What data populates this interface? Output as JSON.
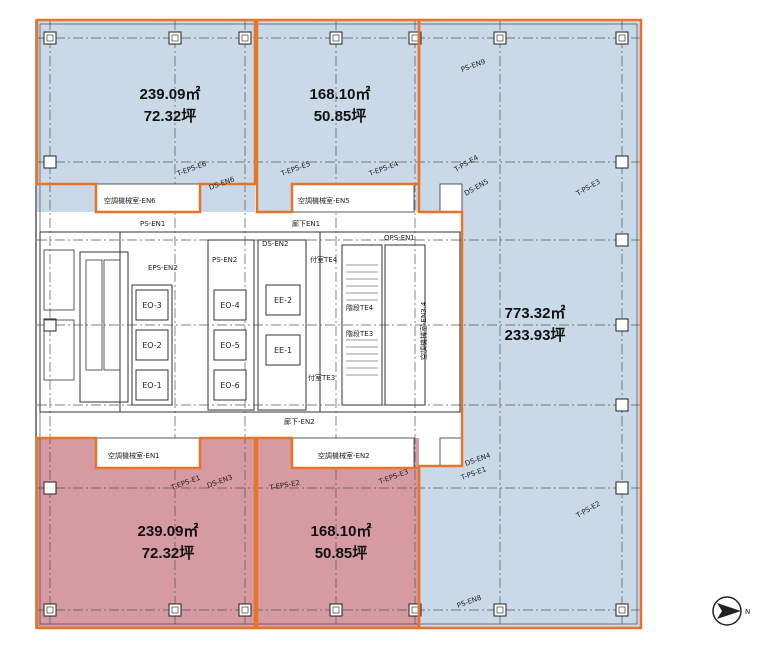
{
  "units": {
    "nw": {
      "sqm": "239.09㎡",
      "tsubo": "72.32坪",
      "fill": "#c9d9e8"
    },
    "nc": {
      "sqm": "168.10㎡",
      "tsubo": "50.85坪",
      "fill": "#c9d9e8"
    },
    "east": {
      "sqm": "773.32㎡",
      "tsubo": "233.93坪",
      "fill": "#c9d9e8"
    },
    "sw": {
      "sqm": "239.09㎡",
      "tsubo": "72.32坪",
      "fill": "#d69aa3"
    },
    "sc": {
      "sqm": "168.10㎡",
      "tsubo": "50.85坪",
      "fill": "#d69aa3"
    }
  },
  "colors": {
    "outline": "#e8742a",
    "line": "#333333",
    "grid": "#555555"
  },
  "core_labels": {
    "eo3": "EO-3",
    "eo2": "EO-2",
    "eo1": "EO-1",
    "eo4": "EO-4",
    "eo5": "EO-5",
    "eo6": "EO-6",
    "ee2": "EE-2",
    "ee1": "EE-1",
    "eps_en2": "EPS-EN2",
    "ps_en2": "PS-EN2",
    "ps_en1": "PS-EN1",
    "ops_en1": "OPS-EN1",
    "ds_en2": "DS-EN2",
    "tsuki_te4": "付室TE4",
    "tsuki_te3": "付室TE3",
    "rouka_en1": "廊下EN1",
    "rouka_en2": "廊下-EN2",
    "kaidan_e4": "階段TE4",
    "kaidan_e3": "階段TE3",
    "kucho_en3": "空調機械室-EN3.4",
    "kucho_en6": "空調機械室-EN6",
    "kucho_en5": "空調機械室-EN5",
    "kucho_en1": "空調機械室-EN1",
    "kucho_en2": "空調機械室-EN2",
    "ps_en9": "PS-EN9",
    "ps_en8": "PS-EN8",
    "t_eps_e6": "T-EPS-E6",
    "ds_en6": "DS-EN6",
    "t_eps_e5": "T-EPS-E5",
    "t_eps_e4": "T-EPS-E4",
    "t_ps_e4": "T-PS-E4",
    "ds_en5": "DS-EN5",
    "t_ps_e3": "T-PS-E3",
    "t_ps_e2": "T-PS-E2",
    "ds_en4": "DS-EN4",
    "t_ps_e1": "T-PS-E1",
    "t_eps_e1": "T-EPS-E1",
    "ds_en3": "DS-EN3",
    "t_eps_e2": "T-EPS-E2",
    "t_eps_e3": "T-EPS-E3",
    "north": "N"
  }
}
